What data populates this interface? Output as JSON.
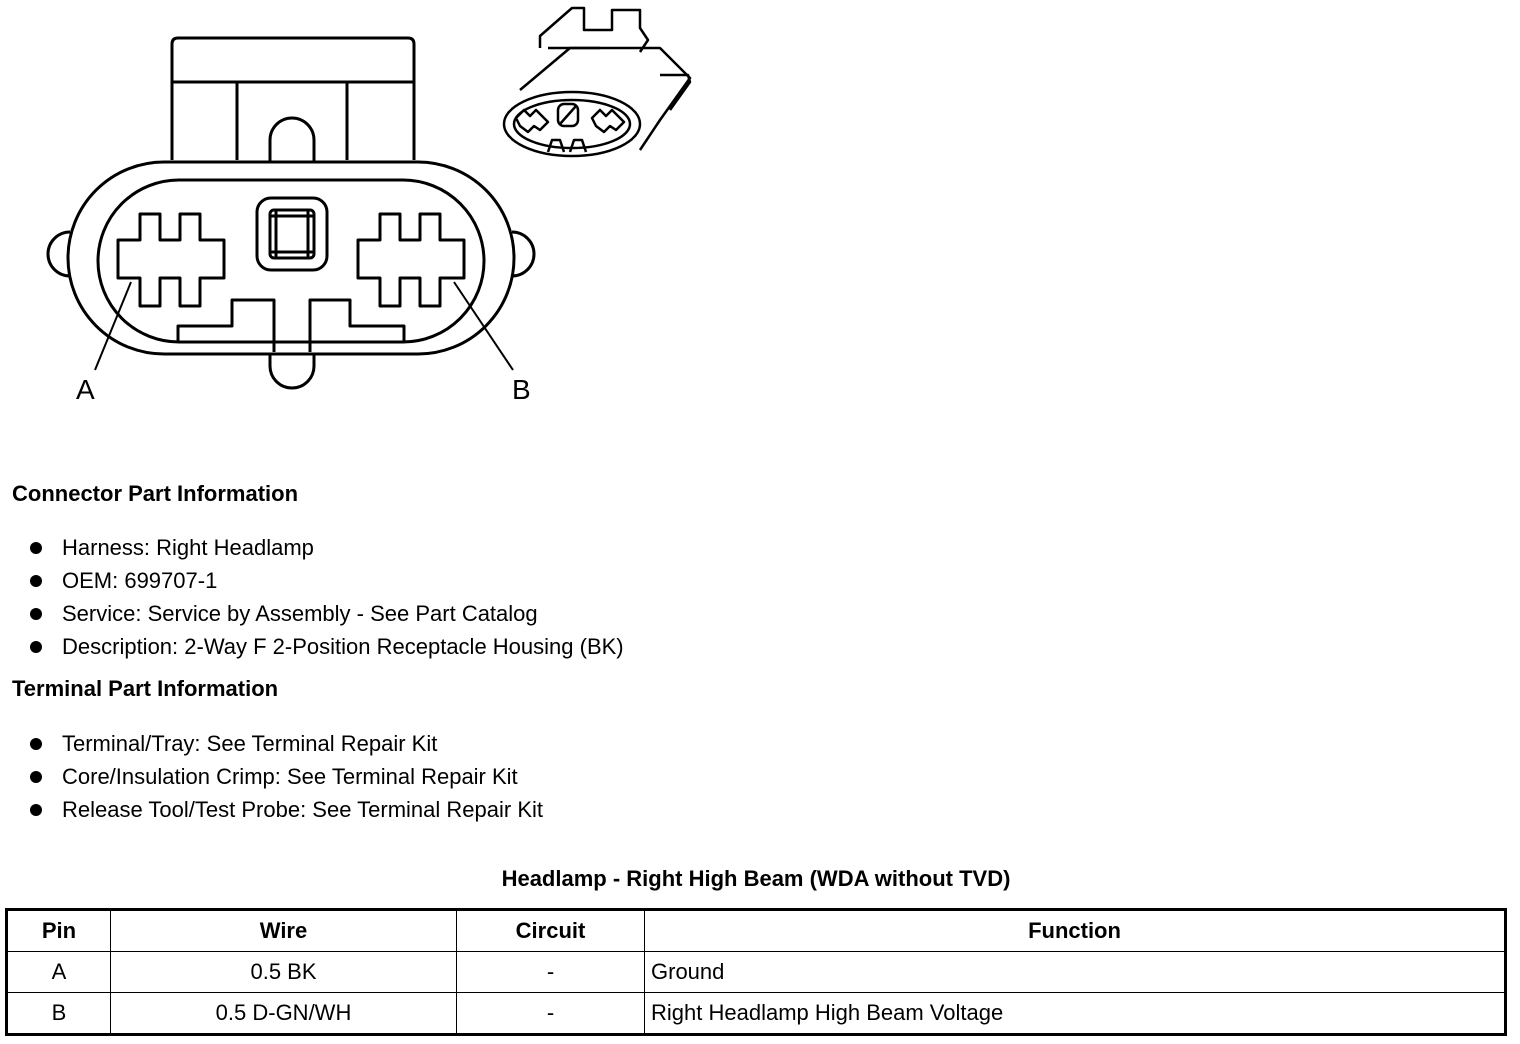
{
  "diagram": {
    "label_a": "A",
    "label_b": "B"
  },
  "connector_section": {
    "title": "Connector Part Information",
    "items": [
      "Harness: Right Headlamp",
      "OEM: 699707-1",
      "Service: Service by Assembly - See Part Catalog",
      "Description: 2-Way F 2-Position Receptacle Housing (BK)"
    ]
  },
  "terminal_section": {
    "title": "Terminal Part Information",
    "items": [
      "Terminal/Tray: See Terminal Repair Kit",
      "Core/Insulation Crimp: See Terminal Repair Kit",
      "Release Tool/Test Probe: See Terminal Repair Kit"
    ]
  },
  "pin_table": {
    "title": "Headlamp - Right High Beam (WDA without TVD)",
    "headers": [
      "Pin",
      "Wire",
      "Circuit",
      "Function"
    ],
    "rows": [
      [
        "A",
        "0.5 BK",
        "-",
        "Ground"
      ],
      [
        "B",
        "0.5 D-GN/WH",
        "-",
        "Right Headlamp High Beam Voltage"
      ]
    ]
  }
}
